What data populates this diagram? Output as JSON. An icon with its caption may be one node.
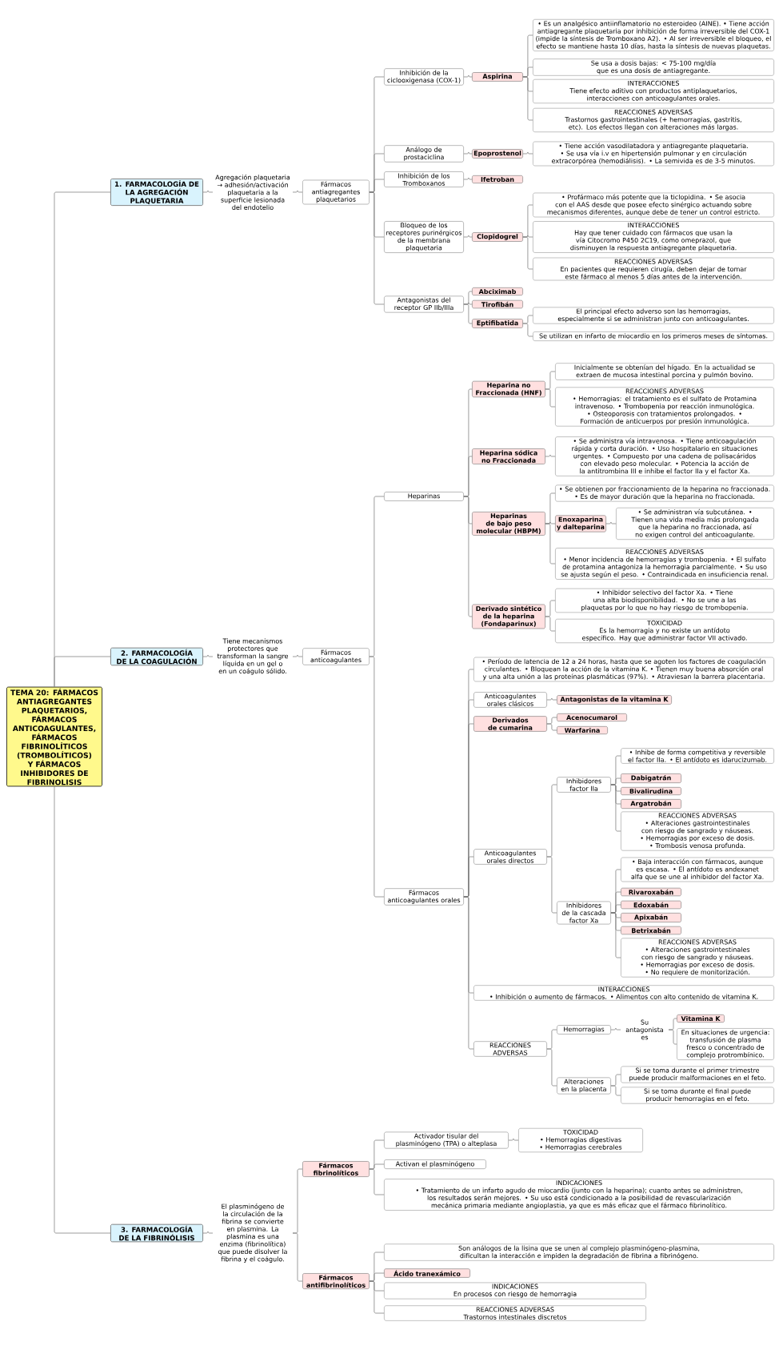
{
  "diagram": {
    "nodes": [
      {
        "text": [
          "TEMA 20: FÁRMACOS ANTIAGREGANTES PLAQUETARIOS, FÁRMACOS ANTICOAGULANTES, FÁRMACOS FIBRINOLÍTICOS (TROMBOLÍTICOS) Y FÁRMACOS INHIBIDORES DE FIBRINOLISIS"
        ]
      },
      {
        "text": [
          "1. FARMACOLOGÍA DE LA AGREGACIÓN PLAQUETARIA"
        ]
      },
      {
        "text": [
          "Agregación plaquetaria → adhesión/activación plaquetaria a la superficie lesionada del endotelio"
        ]
      },
      {
        "text": [
          "Fármacos antiagregantes plaquetarios"
        ]
      },
      {
        "text": [
          "Inhibición de la ciclooxigenasa (COX-1)"
        ]
      },
      {
        "text": [
          "Aspirina"
        ]
      },
      {
        "text": [
          "• Es un analgésico antiinflamatorio no esteroideo (AINE). • Tiene acción antiagregante plaquetaria por inhibición de forma irreversible del COX-1 (impide la síntesis de Tromboxano A2). • Al ser irreversible el bloqueo, el efecto se mantiene hasta 10 días, hasta la síntesis de nuevas plaquetas."
        ]
      },
      {
        "text": [
          "Se usa a dosis bajas: < 75-100 mg/día que es una dosis de antiagregante."
        ]
      },
      {
        "text": [
          "INTERACCIONES",
          "Tiene efecto aditivo con productos antiplaquetarios, interacciones con anticoagulantes orales."
        ]
      },
      {
        "text": [
          "REACCIONES ADVERSAS",
          "Trastornos gastrointestinales (+ hemorragias, gastritis, etc). Los efectos llegan con alteraciones más largas."
        ]
      },
      {
        "text": [
          "Análogo de prostaciclina"
        ]
      },
      {
        "text": [
          "Epoprostenol"
        ]
      },
      {
        "text": [
          "• Tiene acción vasodilatadora y antiagregante plaquetaria. • Se usa vía i.v en hipertensión pulmonar y en circulación extracorpórea (hemodiálisis). • La semivida es de 3-5 minutos."
        ]
      },
      {
        "text": [
          "Inhibición de los Tromboxanos"
        ]
      },
      {
        "text": [
          "Ifetroban"
        ]
      },
      {
        "text": [
          "Bloqueo de los receptores purinérgicos de la membrana plaquetaria"
        ]
      },
      {
        "text": [
          "Clopidogrel"
        ]
      },
      {
        "text": [
          "• Profármaco más potente que la ticlopidina. • Se asocia con el AAS desde que posee efecto sinérgico actuando sobre mecanismos diferentes, aunque debe de tener un control estricto."
        ]
      },
      {
        "text": [
          "INTERACCIONES",
          "Hay que tener cuidado con fármacos que usan la vía Citocromo P450 2C19, como omeprazol, que disminuyen la respuesta antiagregante plaquetaria."
        ]
      },
      {
        "text": [
          "REACCIONES ADVERSAS",
          "En pacientes que requieren cirugía, deben dejar de tomar este fármaco al menos 5 días antes de la intervención."
        ]
      },
      {
        "text": [
          "Antagonistas del receptor GP IIb/IIIa"
        ]
      },
      {
        "text": [
          "Abciximab"
        ]
      },
      {
        "text": [
          "Tirofibán"
        ]
      },
      {
        "text": [
          "Eptifibatida"
        ]
      },
      {
        "text": [
          "El principal efecto adverso son las hemorragias, especialmente si se administran junto con anticoagulantes."
        ]
      },
      {
        "text": [
          "Se utilizan en infarto de miocardio en los primeros meses de síntomas."
        ]
      },
      {
        "text": [
          "2. FARMACOLOGÍA DE LA COAGULACIÓN"
        ]
      },
      {
        "text": [
          "Tiene mecanismos protectores que transforman la sangre líquida en un gel o en un coágulo sólido."
        ]
      },
      {
        "text": [
          "Fármacos anticoagulantes"
        ]
      },
      {
        "text": [
          "Heparinas"
        ]
      },
      {
        "text": [
          "Heparina no Fraccionada (HNF)"
        ]
      },
      {
        "text": [
          "Inicialmente se obtenían del hígado. En la actualidad se extraen de mucosa intestinal porcina y pulmón bovino."
        ]
      },
      {
        "text": [
          "REACCIONES ADVERSAS",
          "• Hemorragias: el tratamiento es el sulfato de Protamina intravenoso. • Trombopenia por reacción inmunológica. • Osteoporosis con tratamientos prolongados. • Formación de anticuerpos por presión inmunológica."
        ]
      },
      {
        "text": [
          "Heparina sódica no Fraccionada"
        ]
      },
      {
        "text": [
          "• Se administra vía intravenosa. • Tiene anticoagulación rápida y corta duración. • Uso hospitalario en situaciones urgentes. • Compuesto por una cadena de polisacáridos con elevado peso molecular. • Potencia la acción de la antitrombina III e inhibe el factor IIa y el factor Xa."
        ]
      },
      {
        "text": [
          "Heparinas de bajo peso molecular (HBPM)"
        ]
      },
      {
        "text": [
          "• Se obtienen por fraccionamiento de la heparina no fraccionada. • Es de mayor duración que la heparina no fraccionada."
        ]
      },
      {
        "text": [
          "Enoxaparina y dalteparina"
        ]
      },
      {
        "text": [
          "• Se administran vía subcutánea. • Tienen una vida media más prolongada que la heparina no fraccionada, así no exigen control del anticoagulante."
        ]
      },
      {
        "text": [
          "REACCIONES ADVERSAS",
          "• Menor incidencia de hemorragias y trombopenia. • El sulfato de protamina antagoniza la hemorragia parcialmente. • Su uso se ajusta según el peso. • Contraindicada en insuficiencia renal."
        ]
      },
      {
        "text": [
          "Derivado sintético de la heparina (Fondaparinux)"
        ]
      },
      {
        "text": [
          "• Inhibidor selectivo del factor Xa. • Tiene una alta biodisponibilidad. • No se une a las plaquetas por lo que no hay riesgo de trombopenia."
        ]
      },
      {
        "text": [
          "TOXICIDAD",
          "Es la hemorragia y no existe un antídoto específico. Hay que administrar factor VII activado."
        ]
      },
      {
        "text": [
          "Fármacos anticoagulantes orales"
        ]
      },
      {
        "text": [
          "• Período de latencia de 12 a 24 horas, hasta que se agoten los factores de coagulación circulantes. • Bloquean la acción de la vitamina K. • Tienen muy buena absorción oral y una alta unión a las proteínas plasmáticas (97%). • Atraviesan la barrera placentaria."
        ]
      },
      {
        "text": [
          "Anticoagulantes orales clásicos"
        ]
      },
      {
        "text": [
          "Antagonistas de la vitamina K"
        ]
      },
      {
        "text": [
          "Derivados de cumarina"
        ]
      },
      {
        "text": [
          "Acenocumarol"
        ]
      },
      {
        "text": [
          "Warfarina"
        ]
      },
      {
        "text": [
          "Anticoagulantes orales directos"
        ]
      },
      {
        "text": [
          "Inhibidores factor IIa"
        ]
      },
      {
        "text": [
          "• Inhibe de forma competitiva y reversible el factor IIa. • El antídoto es idarucizumab."
        ]
      },
      {
        "text": [
          "Dabigatrán"
        ]
      },
      {
        "text": [
          "Bivalirudina"
        ]
      },
      {
        "text": [
          "Argatrobán"
        ]
      },
      {
        "text": [
          "REACCIONES ADVERSAS",
          "• Alteraciones gastrointestinales con riesgo de sangrado y náuseas. • Hemorragias por exceso de dosis. • Trombosis venosa profunda."
        ]
      },
      {
        "text": [
          "Inhibidores de la cascada factor Xa"
        ]
      },
      {
        "text": [
          "• Baja interacción con fármacos, aunque es escasa. • El antídoto es andexanet alfa que se une al inhibidor del factor Xa."
        ]
      },
      {
        "text": [
          "Rivaroxabán"
        ]
      },
      {
        "text": [
          "Edoxabán"
        ]
      },
      {
        "text": [
          "Apixabán"
        ]
      },
      {
        "text": [
          "Betrixabán"
        ]
      },
      {
        "text": [
          "REACCIONES ADVERSAS",
          "• Alteraciones gastrointestinales con riesgo de sangrado y náuseas. • Hemorragias por exceso de dosis. • No requiere de monitorización."
        ]
      },
      {
        "text": [
          "INTERACCIONES",
          "• Inhibición o aumento de fármacos. • Alimentos con alto contenido de vitamina K."
        ]
      },
      {
        "text": [
          "REACCIONES ADVERSAS"
        ]
      },
      {
        "text": [
          "Hemorragias"
        ]
      },
      {
        "text": [
          "Su antagonista es"
        ]
      },
      {
        "text": [
          "Vitamina K"
        ]
      },
      {
        "text": [
          "En situaciones de urgencia: transfusión de plasma fresco o concentrado de complejo protrombínico."
        ]
      },
      {
        "text": [
          "Alteraciones en la placenta"
        ]
      },
      {
        "text": [
          "Si se toma durante el primer trimestre puede producir malformaciones en el feto."
        ]
      },
      {
        "text": [
          "Si se toma durante el final puede producir hemorragias en el feto."
        ]
      },
      {
        "text": [
          "3. FARMACOLOGÍA DE LA FIBRINÓLISIS"
        ]
      },
      {
        "text": [
          "El plasminógeno de la circulación de la fibrina se convierte en plasmina. La plasmina es una enzima (fibrinolítica) que puede disolver la fibrina y el coágulo."
        ]
      },
      {
        "text": [
          "Fármacos fibrinolíticos"
        ]
      },
      {
        "text": [
          "Activador tisular del plasminógeno (TPA) o alteplasa"
        ]
      },
      {
        "text": [
          "TOXICIDAD",
          "• Hemorragias digestivas • Hemorragias cerebrales"
        ]
      },
      {
        "text": [
          "Activan el plasminógeno"
        ]
      },
      {
        "text": [
          "INDICACIONES",
          "• Tratamiento de un infarto agudo de miocardio (junto con la heparina); cuanto antes se administren, los resultados serán mejores. • Su uso está condicionado a la posibilidad de revascularización mecánica primaria mediante angioplastia, ya que es más eficaz que el fármaco fibrinolítico."
        ]
      },
      {
        "text": [
          "Fármacos antifibrinolíticos"
        ]
      },
      {
        "text": [
          "Son análogos de la lisina que se unen al complejo plasminógeno-plasmina, dificultan la interacción e impiden la degradación de fibrina a fibrinógeno."
        ]
      },
      {
        "text": [
          "Ácido tranexámico"
        ]
      },
      {
        "text": [
          "INDICACIONES",
          "En procesos con riesgo de hemorragia"
        ]
      },
      {
        "text": [
          "REACCIONES ADVERSAS",
          "Trastornos intestinales discretos"
        ]
      }
    ],
    "edges": [
      {
        "from": 0,
        "to": 1,
        "arrow": "none"
      },
      {
        "from": 0,
        "to": 26,
        "arrow": "none"
      },
      {
        "from": 0,
        "to": 73,
        "arrow": "none"
      },
      {
        "from": 1,
        "to": 2,
        "arrow": "none"
      },
      {
        "from": 2,
        "to": 3,
        "arrow": "none"
      },
      {
        "from": 3,
        "to": 4,
        "arrow": "none"
      },
      {
        "from": 3,
        "to": 10,
        "arrow": "none"
      },
      {
        "from": 3,
        "to": 13,
        "arrow": "none"
      },
      {
        "from": 3,
        "to": 15,
        "arrow": "none"
      },
      {
        "from": 3,
        "to": 20,
        "arrow": "none"
      },
      {
        "from": 4,
        "to": 5,
        "arrow": "none"
      },
      {
        "from": 5,
        "to": 6,
        "arrow": "none"
      },
      {
        "from": 5,
        "to": 7,
        "arrow": "none"
      },
      {
        "from": 5,
        "to": 8,
        "arrow": "none"
      },
      {
        "from": 5,
        "to": 9,
        "arrow": "none"
      },
      {
        "from": 10,
        "to": 11,
        "arrow": "none"
      },
      {
        "from": 11,
        "to": 12,
        "arrow": "none"
      },
      {
        "from": 13,
        "to": 14,
        "arrow": "none"
      },
      {
        "from": 15,
        "to": 16,
        "arrow": "none"
      },
      {
        "from": 16,
        "to": 17,
        "arrow": "none"
      },
      {
        "from": 16,
        "to": 18,
        "arrow": "none"
      },
      {
        "from": 16,
        "to": 19,
        "arrow": "none"
      },
      {
        "from": 20,
        "to": 21,
        "arrow": "none"
      },
      {
        "from": 20,
        "to": 22,
        "arrow": "none"
      },
      {
        "from": 20,
        "to": 23,
        "arrow": "none"
      },
      {
        "from": 23,
        "to": 24,
        "arrow": "none"
      },
      {
        "from": 23,
        "to": 25,
        "arrow": "none"
      },
      {
        "from": 26,
        "to": 27,
        "arrow": "none"
      },
      {
        "from": 27,
        "to": 28,
        "arrow": "none"
      },
      {
        "from": 28,
        "to": 29,
        "arrow": "none"
      },
      {
        "from": 28,
        "to": 43,
        "arrow": "none"
      },
      {
        "from": 29,
        "to": 30,
        "arrow": "none"
      },
      {
        "from": 29,
        "to": 33,
        "arrow": "none"
      },
      {
        "from": 29,
        "to": 35,
        "arrow": "none"
      },
      {
        "from": 29,
        "to": 40,
        "arrow": "none"
      },
      {
        "from": 30,
        "to": 31,
        "arrow": "none"
      },
      {
        "from": 30,
        "to": 32,
        "arrow": "none"
      },
      {
        "from": 33,
        "to": 34,
        "arrow": "none"
      },
      {
        "from": 35,
        "to": 36,
        "arrow": "none"
      },
      {
        "from": 35,
        "to": 37,
        "arrow": "none"
      },
      {
        "from": 35,
        "to": 39,
        "arrow": "none"
      },
      {
        "from": 37,
        "to": 38,
        "arrow": "none"
      },
      {
        "from": 40,
        "to": 41,
        "arrow": "none"
      },
      {
        "from": 40,
        "to": 42,
        "arrow": "none"
      },
      {
        "from": 43,
        "to": 44,
        "arrow": "none"
      },
      {
        "from": 43,
        "to": 45,
        "arrow": "none"
      },
      {
        "from": 43,
        "to": 47,
        "arrow": "none"
      },
      {
        "from": 43,
        "to": 50,
        "arrow": "none"
      },
      {
        "from": 43,
        "to": 64,
        "arrow": "none"
      },
      {
        "from": 43,
        "to": 65,
        "arrow": "none"
      },
      {
        "from": 45,
        "to": 46,
        "arrow": "none"
      },
      {
        "from": 47,
        "to": 48,
        "arrow": "none"
      },
      {
        "from": 47,
        "to": 49,
        "arrow": "none"
      },
      {
        "from": 50,
        "to": 51,
        "arrow": "none"
      },
      {
        "from": 50,
        "to": 57,
        "arrow": "none"
      },
      {
        "from": 51,
        "to": 52,
        "arrow": "none"
      },
      {
        "from": 51,
        "to": 53,
        "arrow": "none"
      },
      {
        "from": 51,
        "to": 54,
        "arrow": "none"
      },
      {
        "from": 51,
        "to": 55,
        "arrow": "none"
      },
      {
        "from": 51,
        "to": 56,
        "arrow": "none"
      },
      {
        "from": 57,
        "to": 58,
        "arrow": "none"
      },
      {
        "from": 57,
        "to": 59,
        "arrow": "none"
      },
      {
        "from": 57,
        "to": 60,
        "arrow": "none"
      },
      {
        "from": 57,
        "to": 61,
        "arrow": "none"
      },
      {
        "from": 57,
        "to": 62,
        "arrow": "none"
      },
      {
        "from": 57,
        "to": 63,
        "arrow": "none"
      },
      {
        "from": 65,
        "to": 66,
        "arrow": "none"
      },
      {
        "from": 65,
        "to": 70,
        "arrow": "none"
      },
      {
        "from": 66,
        "to": 67,
        "arrow": "none"
      },
      {
        "from": 67,
        "to": 68,
        "arrow": "none"
      },
      {
        "from": 67,
        "to": 69,
        "arrow": "none"
      },
      {
        "from": 70,
        "to": 71,
        "arrow": "none"
      },
      {
        "from": 70,
        "to": 72,
        "arrow": "none"
      },
      {
        "from": 73,
        "to": 74,
        "arrow": "none"
      },
      {
        "from": 74,
        "to": 75,
        "arrow": "none"
      },
      {
        "from": 74,
        "to": 80,
        "arrow": "none"
      },
      {
        "from": 75,
        "to": 76,
        "arrow": "none"
      },
      {
        "from": 75,
        "to": 78,
        "arrow": "none"
      },
      {
        "from": 75,
        "to": 79,
        "arrow": "none"
      },
      {
        "from": 76,
        "to": 77,
        "arrow": "none"
      },
      {
        "from": 80,
        "to": 81,
        "arrow": "none"
      },
      {
        "from": 80,
        "to": 82,
        "arrow": "none"
      },
      {
        "from": 80,
        "to": 83,
        "arrow": "none"
      },
      {
        "from": 80,
        "to": 84,
        "arrow": "none"
      }
    ]
  }
}
